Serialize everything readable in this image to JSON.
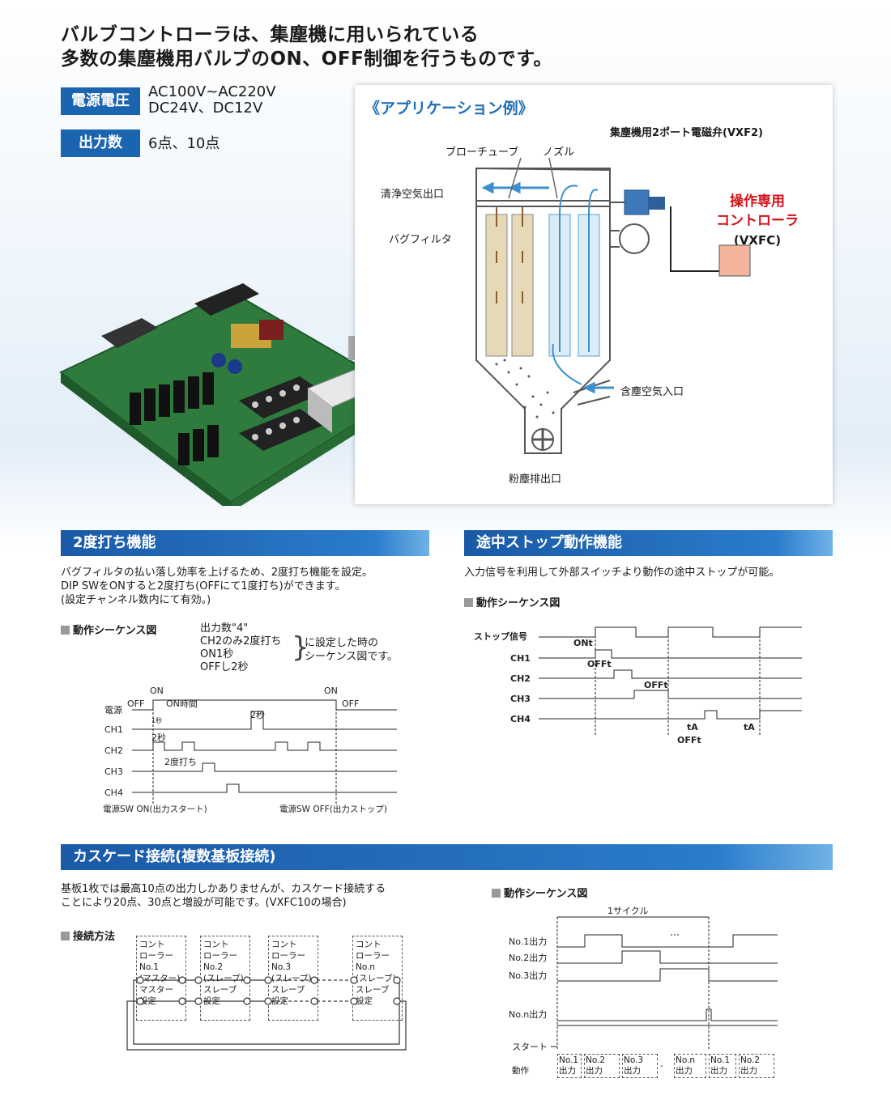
{
  "headline": {
    "line1": "バルブコントローラは、集塵機に用いられている",
    "line2": "多数の集塵機用バルブのON、OFF制御を行うものです。"
  },
  "specs": {
    "voltage_label": "電源電圧",
    "voltage_line1": "AC100V~AC220V",
    "voltage_line2": "DC24V、DC12V",
    "outputs_label": "出力数",
    "outputs_value": "6点、10点"
  },
  "application": {
    "title": "《アプリケーション例》",
    "valve_label": "集塵機用2ポート電磁弁(VXF2)",
    "blow_tube": "ブローチューブ",
    "nozzle": "ノズル",
    "clean_air": "清浄空気出口",
    "bag_filter": "バグフィルタ",
    "controller_line1": "操作専用",
    "controller_line2": "コントローラ",
    "controller_line3": "(VXFC)",
    "dust_inlet": "含塵空気入口",
    "dust_outlet": "粉塵排出口",
    "accent_color": "#d0121b"
  },
  "double_shot": {
    "heading": "2度打ち機能",
    "text1": "バグフィルタの払い落し効率を上げるため、2度打ち機能を設定。",
    "text2": "DIP SWをONすると2度打ち(OFFにて1度打ち)ができます。",
    "text3": "(設定チャンネル数内にて有効。)",
    "seq_label": "動作シーケンス図",
    "cond1": "出力数\"4\"",
    "cond2": "CH2のみ2度打ち",
    "cond3": "ON1秒",
    "cond4": "OFFし2秒",
    "cond_note1": "に設定した時の",
    "cond_note2": "シーケンス図です。",
    "on1": "ON",
    "on2": "ON",
    "off1": "OFF",
    "off2": "OFF",
    "power": "電源",
    "on_time": "ON時間",
    "ch1": "CH1",
    "ch2": "CH2",
    "ch3": "CH3",
    "ch4": "CH4",
    "sec1": "1秒",
    "sec2": "2秒",
    "double": "2度打ち",
    "sw_on": "電源SW ON(出力スタート)",
    "sw_off": "電源SW OFF(出力ストップ)"
  },
  "mid_stop": {
    "heading": "途中ストップ動作機能",
    "text": "入力信号を利用して外部スイッチより動作の途中ストップが可能。",
    "seq_label": "動作シーケンス図",
    "stop_signal": "ストップ信号",
    "ch1": "CH1",
    "ch2": "CH2",
    "ch3": "CH3",
    "ch4": "CH4",
    "ont": "ONt",
    "offt": "OFFt",
    "ta": "tA"
  },
  "cascade": {
    "heading": "カスケード接続(複数基板接続)",
    "text1": "基板1枚では最高10点の出力しかありませんが、カスケード接続する",
    "text2": "ことにより20点、30点と増設が可能です。(VXFC10の場合)",
    "method_label": "接続方法",
    "boards": [
      {
        "l1": "コント",
        "l2": "ローラーNo.1",
        "l3": "(マスター)",
        "l4": "マスター",
        "l5": "設定"
      },
      {
        "l1": "コント",
        "l2": "ローラーNo.2",
        "l3": "(スレーブ)",
        "l4": "スレーブ",
        "l5": "設定"
      },
      {
        "l1": "コント",
        "l2": "ローラーNo.3",
        "l3": "(スレーブ)",
        "l4": "スレーブ",
        "l5": "設定"
      },
      {
        "l1": "コント",
        "l2": "ローラーNo.n",
        "l3": "(スレーブ)",
        "l4": "スレーブ",
        "l5": "設定"
      }
    ],
    "seq_label": "動作シーケンス図",
    "cycle": "1サイクル",
    "rows": [
      "No.1出力",
      "No.2出力",
      "No.3出力",
      "No.n出力",
      "スタート"
    ],
    "op_label": "動作",
    "op_cells": [
      {
        "a": "No.1",
        "b": "出力"
      },
      {
        "a": "No.2",
        "b": "出力"
      },
      {
        "a": "No.3",
        "b": "出力"
      },
      {
        "a": "No.n",
        "b": "出力"
      },
      {
        "a": "No.1",
        "b": "出力"
      },
      {
        "a": "No.2",
        "b": "出力"
      }
    ]
  }
}
